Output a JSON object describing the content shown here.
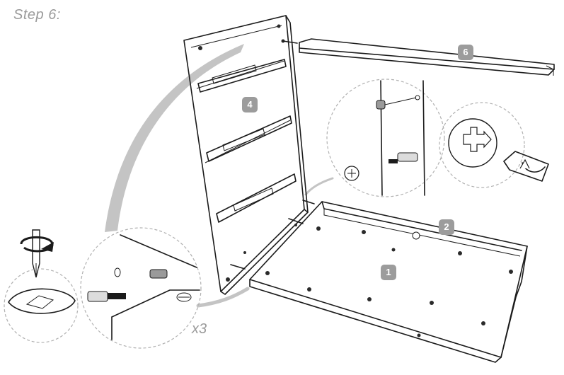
{
  "title": "Step 6:",
  "quantity_label": "x3",
  "part_labels": {
    "base_panel": "1",
    "back_edge_panel": "2",
    "side_panel": "4",
    "top_rail": "6"
  },
  "colors": {
    "line": "#1b1b1b",
    "badge": "#9c9c9c",
    "motion_arrow": "#c4c4c4",
    "detail_circle": "#b0b0b0",
    "title_text": "#9a9a9a"
  },
  "icons": [
    "screwdriver-icon",
    "rotate-arrow-icon",
    "cam-lock-icon",
    "dowel-icon",
    "pointer-arrow-icon"
  ]
}
